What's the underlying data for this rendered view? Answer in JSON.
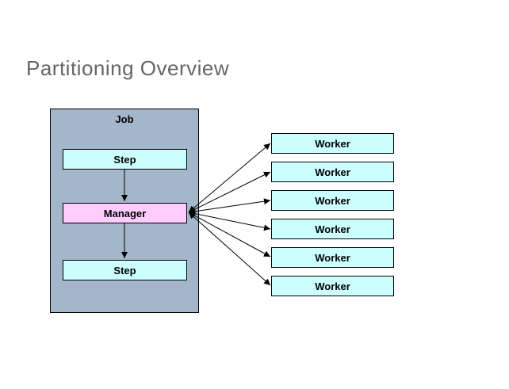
{
  "slide": {
    "title": "Partitioning Overview"
  },
  "diagram": {
    "job": {
      "label": "Job"
    },
    "step_top": {
      "label": "Step"
    },
    "manager": {
      "label": "Manager"
    },
    "step_bottom": {
      "label": "Step"
    },
    "workers": [
      {
        "label": "Worker"
      },
      {
        "label": "Worker"
      },
      {
        "label": "Worker"
      },
      {
        "label": "Worker"
      },
      {
        "label": "Worker"
      },
      {
        "label": "Worker"
      }
    ]
  },
  "colors": {
    "background": "#ffffff",
    "title_text": "#666666",
    "job_fill": "#a3b6ca",
    "step_fill": "#ccffff",
    "manager_fill": "#ffccff",
    "worker_fill": "#ccffff",
    "border_and_lines": "#000000"
  }
}
